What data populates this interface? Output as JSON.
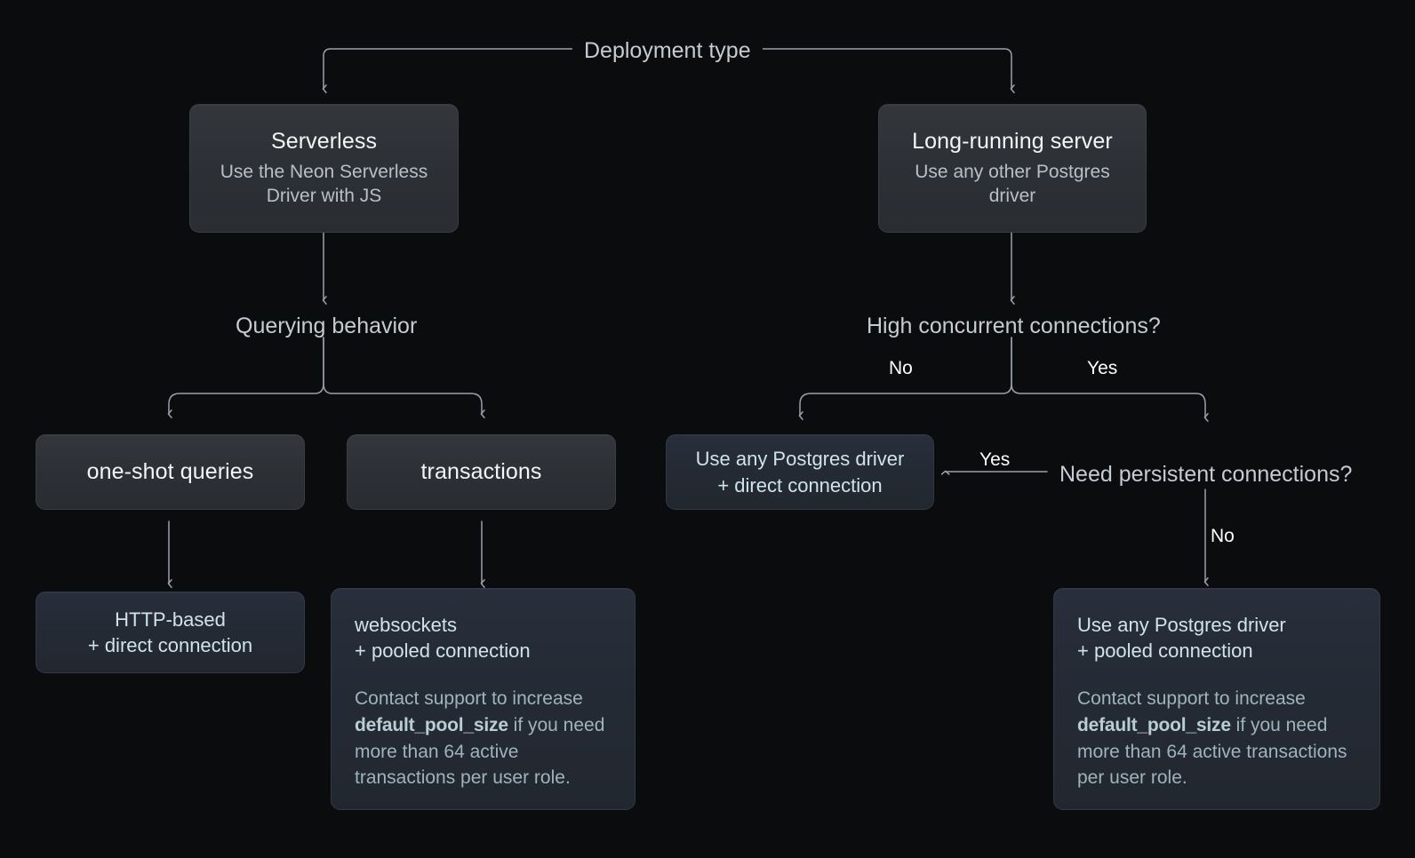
{
  "diagram": {
    "root_label": "Deployment type",
    "branch_labels": {
      "left_of_high_concurrency": "No",
      "right_of_high_concurrency": "Yes",
      "persistent_yes": "Yes",
      "persistent_no": "No"
    },
    "decisions": {
      "querying_behavior": "Querying behavior",
      "high_concurrent_connections": "High concurrent connections?",
      "need_persistent_connections": "Need persistent connections?"
    },
    "nodes": {
      "serverless": {
        "title": "Serverless",
        "subtitle_line1": "Use the Neon Serverless",
        "subtitle_line2": "Driver with JS"
      },
      "long_running": {
        "title": "Long-running server",
        "subtitle_line1": "Use any other Postgres",
        "subtitle_line2": "driver"
      },
      "one_shot": {
        "title": "one-shot queries"
      },
      "transactions": {
        "title": "transactions"
      },
      "http_direct": {
        "line1": "HTTP-based",
        "line2": "+ direct connection"
      },
      "websockets_pooled": {
        "line1": "websockets",
        "line2": "+ pooled connection",
        "note_pre": "Contact support to increase",
        "note_code": "default_pool_size",
        "note_post": " if you need more than 64 active transactions per user role."
      },
      "pg_direct": {
        "line1": "Use any Postgres driver",
        "line2": "+ direct connection"
      },
      "pg_pooled": {
        "line1": "Use any Postgres driver",
        "line2": "+ pooled connection",
        "note_pre": "Contact support to increase",
        "note_code": "default_pool_size",
        "note_post": " if you need more than 64 active transactions per user role."
      }
    },
    "colors": {
      "background": "#0b0c0e",
      "node_grey": "#2f3338",
      "node_blue": "#252b35",
      "connector": "#9aa1a9",
      "text_primary": "#f3f5f7",
      "text_secondary": "#b8bfc7",
      "accent_blue_text": "#cfe3ea"
    }
  }
}
